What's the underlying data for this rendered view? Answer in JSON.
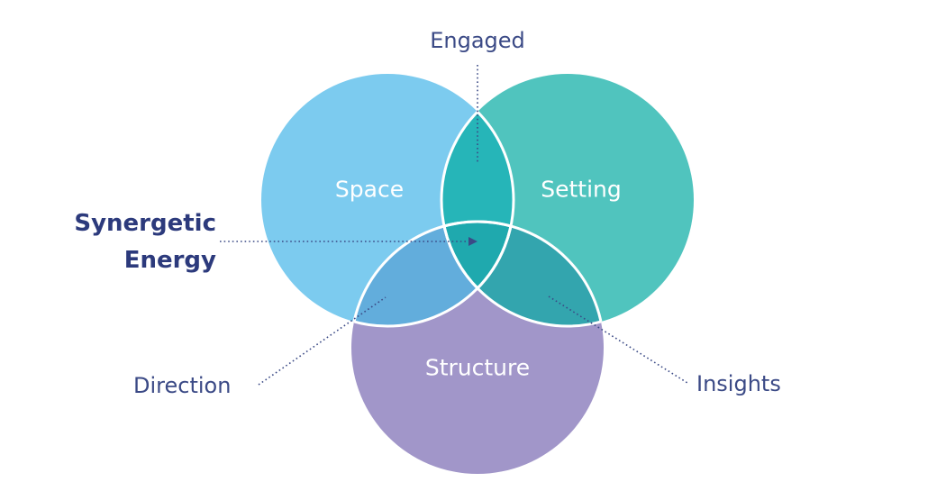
{
  "diagram": {
    "circles": {
      "space": {
        "label": "Space",
        "color": "#7ccbef"
      },
      "setting": {
        "label": "Setting",
        "color": "#50c4be"
      },
      "structure": {
        "label": "Structure",
        "color": "#a196c9"
      }
    },
    "overlaps": {
      "space_setting": {
        "color": "#26b5b8"
      },
      "space_structure": {
        "color": "#62addc"
      },
      "setting_structure": {
        "color": "#33a5ae"
      },
      "center": {
        "color": "#1fa9ae"
      }
    },
    "callouts": {
      "engaged": "Engaged",
      "synergetic_line1": "Synergetic",
      "synergetic_line2": "Energy",
      "direction": "Direction",
      "insights": "Insights"
    },
    "colors": {
      "callout_text": "#3b4a86",
      "emphasis_text": "#2c3a7c"
    }
  }
}
